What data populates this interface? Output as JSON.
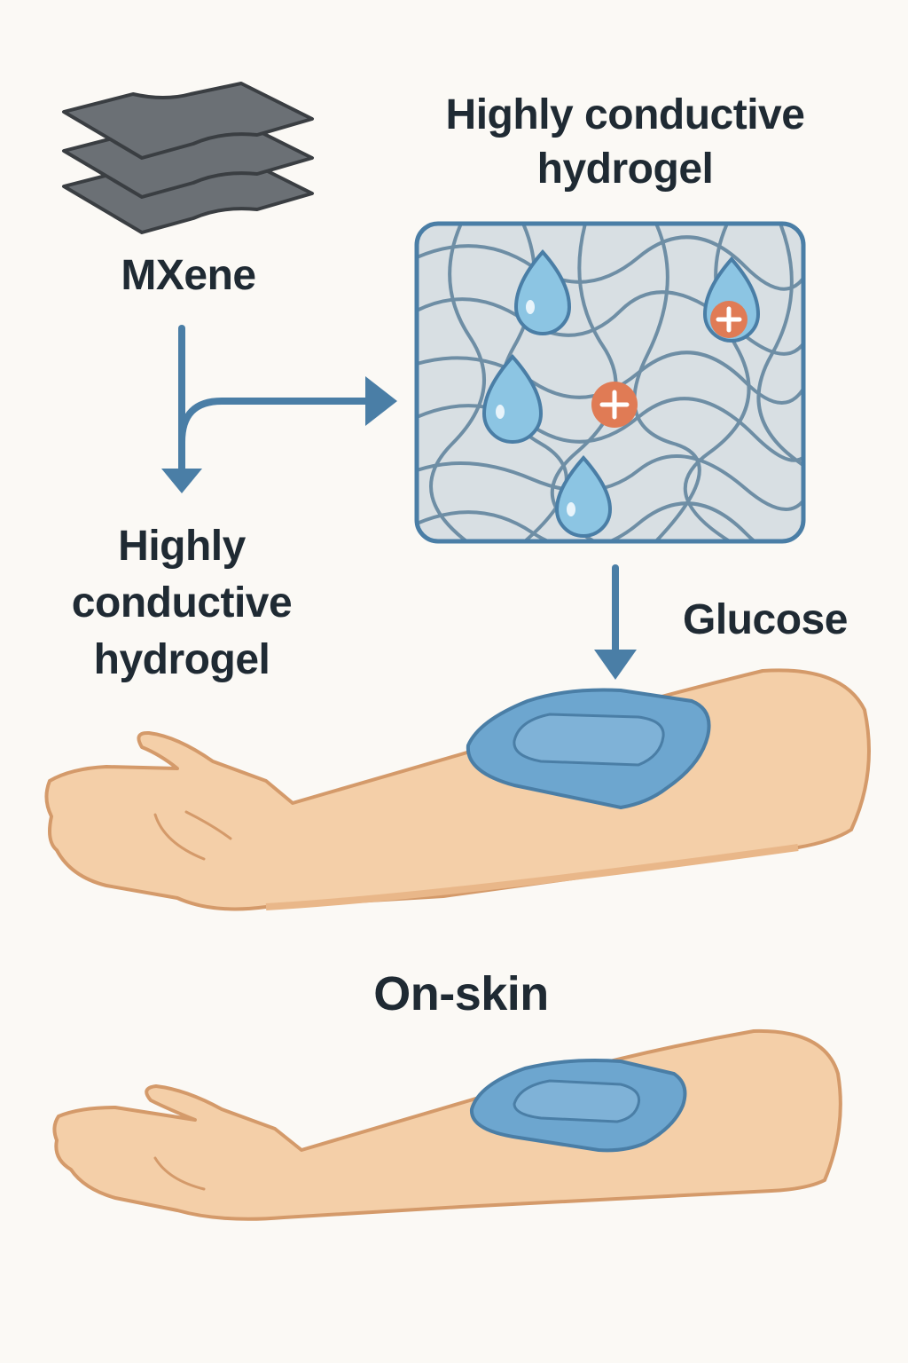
{
  "labels": {
    "mxene": "MXene",
    "hydrogel_top": "Highly conductive\nhydrogel",
    "hydrogel_left": "Highly\nconductive\nhydrogel",
    "glucose": "Glucose",
    "on_skin": "On-skin"
  },
  "icons": {
    "material_stack": "mxene-layers-icon",
    "network": "hydrogel-network-icon",
    "droplet": "water-droplet-icon",
    "ion": "positive-ion-icon",
    "patch": "sensor-patch-icon",
    "arm": "arm-icon"
  },
  "colors": {
    "background": "#fbf9f5",
    "text": "#1f2a33",
    "arrow": "#4a7ea6",
    "mxene_fill": "#6b7075",
    "mxene_stroke": "#3a3e42",
    "network_bg": "#d8dfe3",
    "network_line": "#6e8ea5",
    "network_border": "#4a7ea6",
    "droplet": "#8cc5e3",
    "ion": "#e07b55",
    "skin": "#f4cfa8",
    "skin_outline": "#d49a6a",
    "patch": "#6da6cf",
    "patch_inner": "#7fb2d7"
  }
}
